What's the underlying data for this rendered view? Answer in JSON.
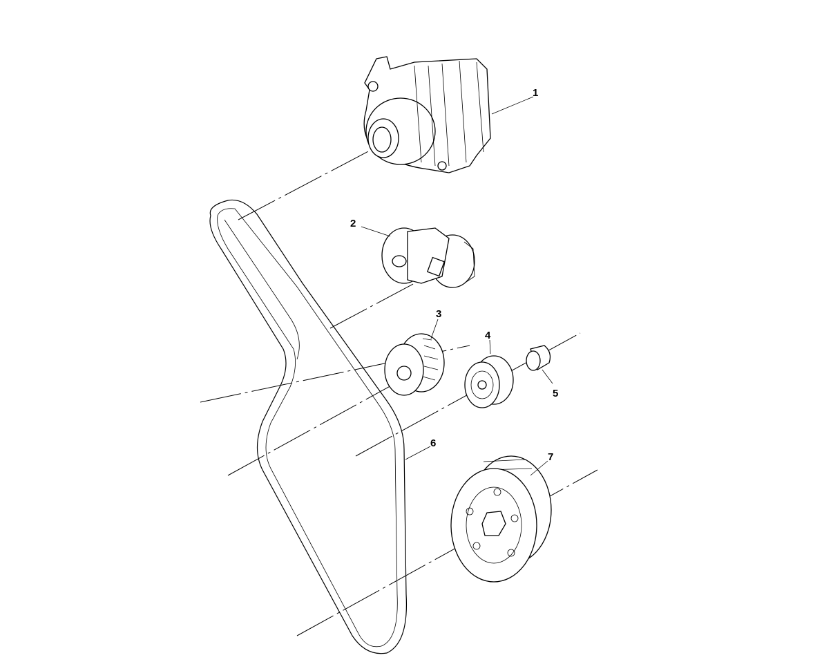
{
  "diagram": {
    "callouts": [
      {
        "id": "1",
        "label": "1",
        "part": "alternator"
      },
      {
        "id": "2",
        "label": "2",
        "part": "belt-tensioner"
      },
      {
        "id": "3",
        "label": "3",
        "part": "idler-pulley"
      },
      {
        "id": "4",
        "label": "4",
        "part": "idler-pulley-small"
      },
      {
        "id": "5",
        "label": "5",
        "part": "spacer"
      },
      {
        "id": "6",
        "label": "6",
        "part": "serpentine-belt"
      },
      {
        "id": "7",
        "label": "7",
        "part": "crankshaft-pulley"
      }
    ]
  }
}
